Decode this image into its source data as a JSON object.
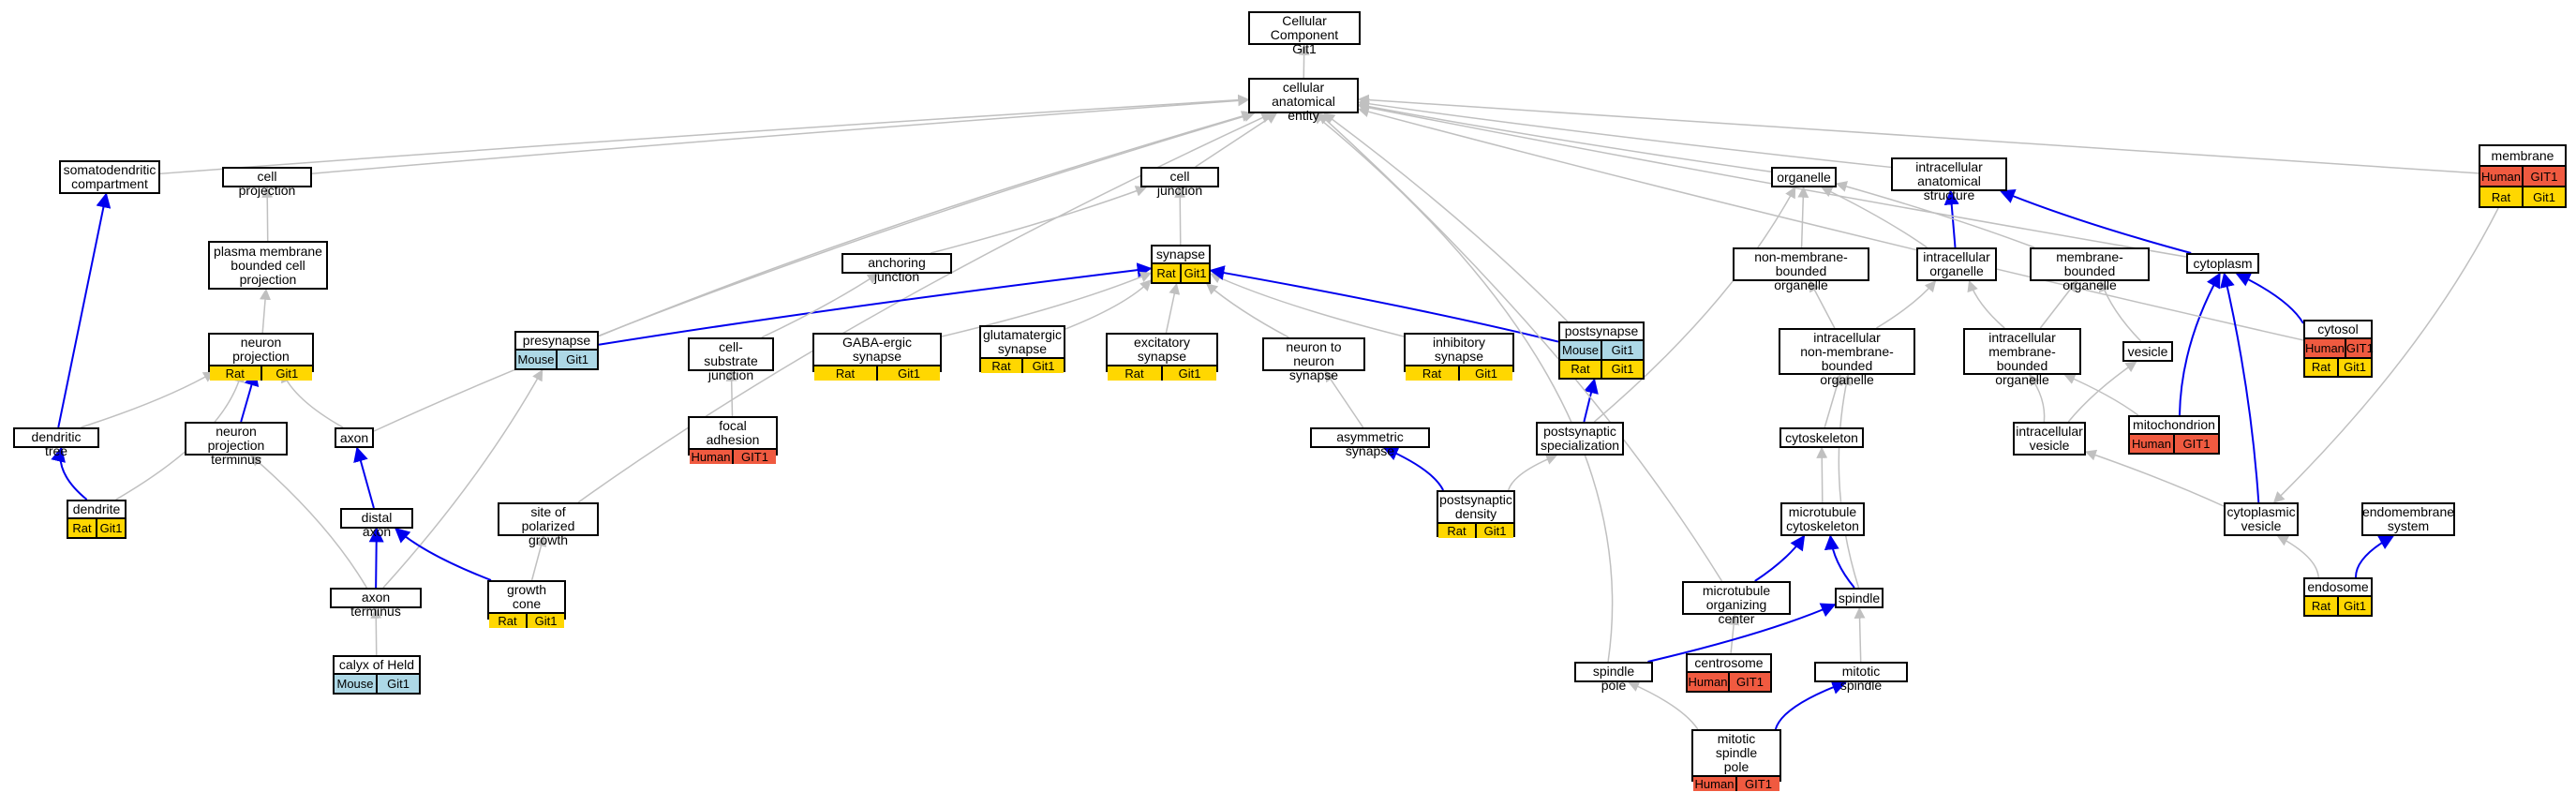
{
  "colors": {
    "edge_gray": "#c0c0c0",
    "edge_blue": "#0000ee",
    "human": "#f05a40",
    "rat": "#ffd700",
    "mouse": "#add8e6"
  },
  "nodes": [
    {
      "id": "root",
      "label": "Cellular Component\nGit1"
    },
    {
      "id": "cae",
      "label": "cellular anatomical\nentity"
    },
    {
      "id": "soma",
      "label": "somatodendritic\ncompartment"
    },
    {
      "id": "cellproj",
      "label": "cell projection"
    },
    {
      "id": "pmbcp",
      "label": "plasma membrane\nbounded cell\nprojection"
    },
    {
      "id": "neuronproj",
      "label": "neuron projection",
      "rows": [
        {
          "species": "Rat",
          "gene": "Git1"
        }
      ]
    },
    {
      "id": "dendtree",
      "label": "dendritic tree"
    },
    {
      "id": "dendrite",
      "label": "dendrite",
      "rows": [
        {
          "species": "Rat",
          "gene": "Git1"
        }
      ]
    },
    {
      "id": "npterm",
      "label": "neuron projection\nterminus"
    },
    {
      "id": "axon",
      "label": "axon"
    },
    {
      "id": "distalaxon",
      "label": "distal axon"
    },
    {
      "id": "axonterm",
      "label": "axon terminus"
    },
    {
      "id": "calyx",
      "label": "calyx of Held",
      "rows": [
        {
          "species": "Mouse",
          "gene": "Git1"
        }
      ]
    },
    {
      "id": "spg",
      "label": "site of polarized\ngrowth"
    },
    {
      "id": "growthcone",
      "label": "growth cone",
      "rows": [
        {
          "species": "Rat",
          "gene": "Git1"
        }
      ]
    },
    {
      "id": "presyn",
      "label": "presynapse",
      "rows": [
        {
          "species": "Mouse",
          "gene": "Git1"
        }
      ]
    },
    {
      "id": "celljunc",
      "label": "cell junction"
    },
    {
      "id": "anchjunc",
      "label": "anchoring junction"
    },
    {
      "id": "csjunc",
      "label": "cell-substrate\njunction"
    },
    {
      "id": "focal",
      "label": "focal adhesion",
      "rows": [
        {
          "species": "Human",
          "gene": "GIT1"
        }
      ]
    },
    {
      "id": "synapse",
      "label": "synapse",
      "rows": [
        {
          "species": "Rat",
          "gene": "Git1"
        }
      ]
    },
    {
      "id": "gaba",
      "label": "GABA-ergic synapse",
      "rows": [
        {
          "species": "Rat",
          "gene": "Git1"
        }
      ]
    },
    {
      "id": "glut",
      "label": "glutamatergic\nsynapse",
      "rows": [
        {
          "species": "Rat",
          "gene": "Git1"
        }
      ]
    },
    {
      "id": "excit",
      "label": "excitatory synapse",
      "rows": [
        {
          "species": "Rat",
          "gene": "Git1"
        }
      ]
    },
    {
      "id": "n2n",
      "label": "neuron to neuron\nsynapse"
    },
    {
      "id": "inhib",
      "label": "inhibitory synapse",
      "rows": [
        {
          "species": "Rat",
          "gene": "Git1"
        }
      ]
    },
    {
      "id": "asym",
      "label": "asymmetric synapse"
    },
    {
      "id": "psd",
      "label": "postsynaptic\ndensity",
      "rows": [
        {
          "species": "Rat",
          "gene": "Git1"
        }
      ]
    },
    {
      "id": "postsyn",
      "label": "postsynapse",
      "rows": [
        {
          "species": "Mouse",
          "gene": "Git1"
        },
        {
          "species": "Rat",
          "gene": "Git1"
        }
      ]
    },
    {
      "id": "postspec",
      "label": "postsynaptic\nspecialization"
    },
    {
      "id": "organelle",
      "label": "organelle"
    },
    {
      "id": "ias",
      "label": "intracellular\nanatomical structure"
    },
    {
      "id": "nmbo",
      "label": "non-membrane-bounded\norganelle"
    },
    {
      "id": "intorg",
      "label": "intracellular\norganelle"
    },
    {
      "id": "mbo",
      "label": "membrane-bounded\norganelle"
    },
    {
      "id": "inmbo",
      "label": "intracellular\nnon-membrane-bounded\norganelle"
    },
    {
      "id": "imbo",
      "label": "intracellular\nmembrane-bounded\norganelle"
    },
    {
      "id": "vesicle",
      "label": "vesicle"
    },
    {
      "id": "cytoskel",
      "label": "cytoskeleton"
    },
    {
      "id": "mtcyto",
      "label": "microtubule\ncytoskeleton"
    },
    {
      "id": "mtoc",
      "label": "microtubule\norganizing center"
    },
    {
      "id": "centro",
      "label": "centrosome",
      "rows": [
        {
          "species": "Human",
          "gene": "GIT1"
        }
      ]
    },
    {
      "id": "spindle",
      "label": "spindle"
    },
    {
      "id": "spole",
      "label": "spindle pole"
    },
    {
      "id": "mitspin",
      "label": "mitotic spindle"
    },
    {
      "id": "mspole",
      "label": "mitotic spindle\npole",
      "rows": [
        {
          "species": "Human",
          "gene": "GIT1"
        }
      ]
    },
    {
      "id": "intves",
      "label": "intracellular\nvesicle"
    },
    {
      "id": "mito",
      "label": "mitochondrion",
      "rows": [
        {
          "species": "Human",
          "gene": "GIT1"
        }
      ]
    },
    {
      "id": "cytoplasm",
      "label": "cytoplasm"
    },
    {
      "id": "cytosol",
      "label": "cytosol",
      "rows": [
        {
          "species": "Human",
          "gene": "GIT1"
        },
        {
          "species": "Rat",
          "gene": "Git1"
        }
      ]
    },
    {
      "id": "cytoves",
      "label": "cytoplasmic\nvesicle"
    },
    {
      "id": "endomem",
      "label": "endomembrane\nsystem"
    },
    {
      "id": "endosome",
      "label": "endosome",
      "rows": [
        {
          "species": "Rat",
          "gene": "Git1"
        }
      ]
    },
    {
      "id": "membrane",
      "label": "membrane",
      "rows": [
        {
          "species": "Human",
          "gene": "GIT1"
        },
        {
          "species": "Rat",
          "gene": "Git1"
        }
      ]
    }
  ]
}
